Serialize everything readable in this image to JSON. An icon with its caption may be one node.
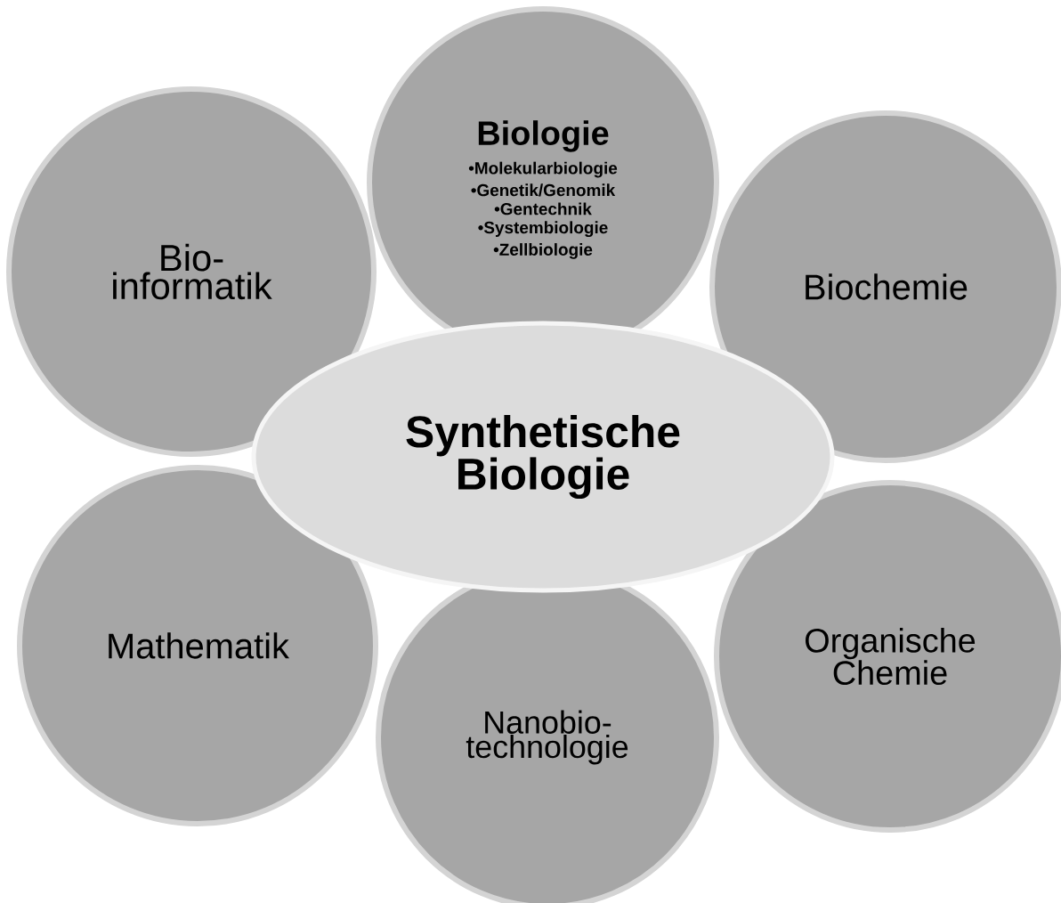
{
  "diagram": {
    "nodes": [
      {
        "text": [
          "Biologie",
          "•Molekularbiologie",
          "•Genetik/Genomik",
          "•Gentechnik",
          "•Systembiologie",
          "•Zellbiologie"
        ]
      },
      {
        "text": [
          "Bio- informatik"
        ]
      },
      {
        "text": [
          "Biochemie"
        ]
      },
      {
        "text": [
          "Synthetische Biologie"
        ]
      },
      {
        "text": [
          "Mathematik"
        ]
      },
      {
        "text": [
          "Organische Chemie"
        ]
      },
      {
        "text": [
          "Nanobio- technologie"
        ]
      }
    ]
  }
}
